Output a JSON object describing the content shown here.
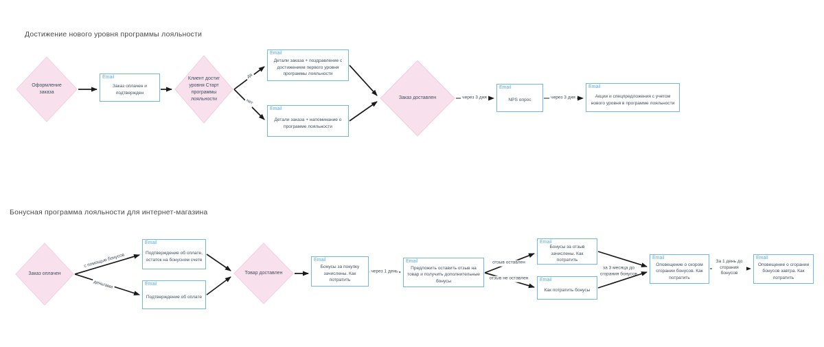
{
  "labels": {
    "email_tag": "Email"
  },
  "colors": {
    "diamond_fill": "#F8E1EC",
    "diamond_border": "#F1CDE0",
    "email_box_border": "#70B6E4",
    "email_tag_text": "#58AEDE",
    "node_text": "#3D4F5E",
    "arrow": "#1A1A1A"
  },
  "top_flow": {
    "title": "Достижение нового уровня программы лояльности",
    "order_placed": "Оформление заказа",
    "order_paid_confirmed": "Заказ оплачен и подтвержден",
    "client_reached_level": "Клиент достиг уровня Старт программы лояльности",
    "yes": "да",
    "no": "нет",
    "details_congrats": "Детали заказа + поздравление с достижением первого уровня программы лояльности",
    "details_reminder": "Детали заказа + напоминание о программе лояльности",
    "order_delivered": "Заказ доставлен",
    "after_3_days_1": "через 3 дня",
    "nps": "NPS опрос",
    "after_3_days_2": "через 3 дня",
    "promos": "Акции и спецпредложения с учетом нового уровня в программе лояльности"
  },
  "bottom_flow": {
    "title": "Бонусная программа лояльности для интернет-магазина",
    "order_paid": "Заказ оплачен",
    "with_bonuses": "с помощью бонусов",
    "with_money": "деньгами",
    "payment_confirm_balance": "Подтверждение об оплате, остаток на бонусном счете",
    "payment_confirm": "Подтверждение об оплате",
    "goods_delivered": "Товар доставлен",
    "purchase_bonuses": "Бонусы за покупку зачислены. Как потратить",
    "after_1_day": "через 1 день",
    "ask_review": "Предложить оставить отзыв на товар и получить дополнительные бонусы",
    "review_left": "отзыв оставлен",
    "review_not_left": "отзыв не оставлен",
    "review_bonuses": "Бонусы за отзыв зачислены. Как потратить",
    "how_to_spend": "Как потратить бонусы",
    "three_months_before": "за 3 месяца до сгорания бонусов",
    "expiry_soon": "Оповещение о скором сгорании бонусов. Как потратить",
    "one_day_before": "За 1 день до сгорания бонусов",
    "expiry_tomorrow": "Оповещение о сгорании бонусов завтра. Как потратить"
  }
}
